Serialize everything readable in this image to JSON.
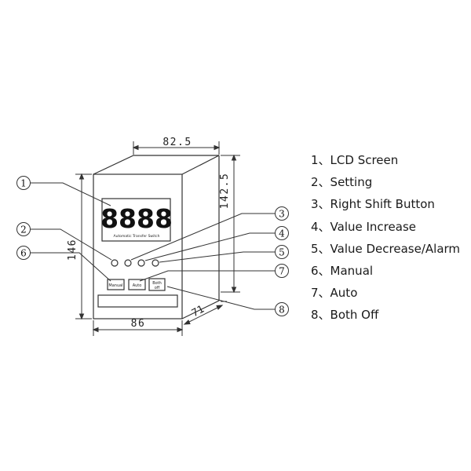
{
  "dimensions": {
    "top_width": "82.5",
    "right_height": "142.5",
    "left_height": "146",
    "bottom_width": "86",
    "depth": "71"
  },
  "device": {
    "display_digits": "8888",
    "panel_caption": "Automatic Transfer Switch",
    "button_manual": "Manual",
    "button_auto": "Auto",
    "button_both_off_line1": "Both",
    "button_both_off_line2": "off"
  },
  "callouts": [
    "1",
    "2",
    "3",
    "4",
    "5",
    "6",
    "7",
    "8"
  ],
  "legend": {
    "items": [
      "1、LCD Screen",
      "2、Setting",
      "3、Right Shift Button",
      "4、Value Increase",
      "5、Value Decrease/Alarm",
      "6、Manual",
      "7、Auto",
      "8、Both Off"
    ]
  }
}
